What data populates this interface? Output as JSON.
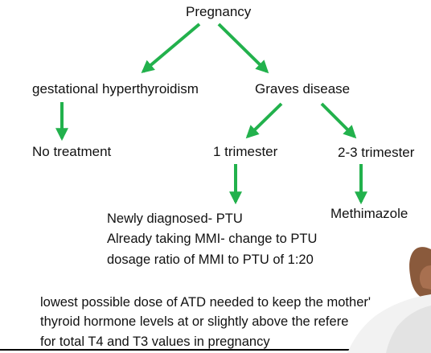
{
  "diagram": {
    "arrow_color": "#22b14c",
    "nodes": {
      "pregnancy": "Pregnancy",
      "gestational": "gestational hyperthyroidism",
      "graves": "Graves disease",
      "no_treatment": "No treatment",
      "trimester1": "1 trimester",
      "trimester23": "2-3 trimester",
      "methimazole": "Methimazole"
    },
    "first_trimester_notes": [
      "Newly diagnosed- PTU",
      "Already taking MMI- change to PTU",
      "dosage ratio of MMI to PTU of 1:20"
    ]
  },
  "footer_notes": [
    "lowest possible dose of ATD needed to keep the mother'",
    "thyroid hormone levels at or slightly above the refere",
    "for total T4 and T3 values in pregnancy"
  ]
}
